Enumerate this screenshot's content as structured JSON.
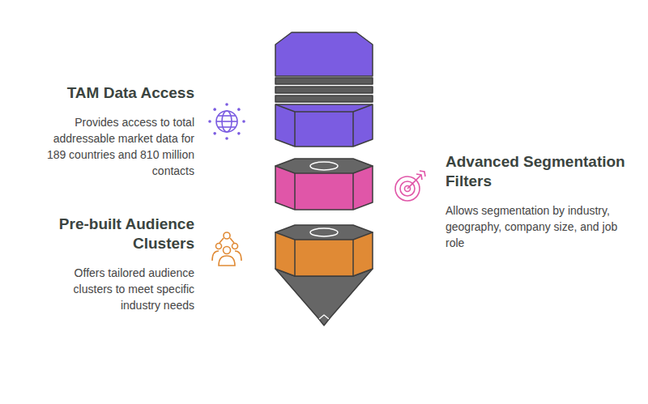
{
  "diagram": {
    "nodes": [
      {
        "text": [
          "TAM Data Access",
          "Provides access to total addressable market data for 189 countries and 810 million contacts"
        ]
      },
      {
        "text": [
          "Advanced Segmentation Filters",
          "Allows segmentation by industry, geography, company size, and job role"
        ]
      },
      {
        "text": [
          "Pre-built Audience Clusters",
          "Offers tailored audience clusters to meet specific industry needs"
        ]
      }
    ]
  }
}
